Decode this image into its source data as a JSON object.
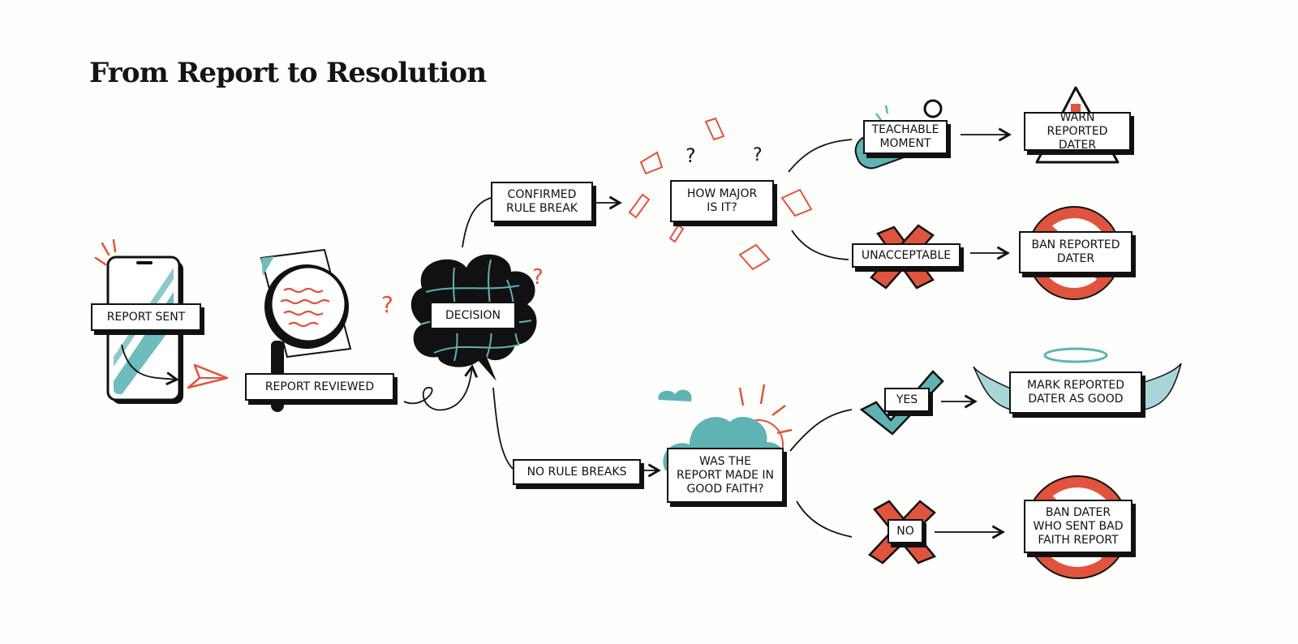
{
  "title": "From Report to Resolution",
  "colors": {
    "ink": "#111111",
    "teal": "#5fb3b3",
    "red": "#e0533d",
    "paper": "#ffffff"
  },
  "icons": [
    "phone-icon",
    "paper-plane-icon",
    "magnifier-document-icon",
    "brain-cloud-icon",
    "warning-triangle-icon",
    "ban-circle-icon",
    "wings-halo-icon",
    "check-mark-icon",
    "x-mark-icon",
    "cloud-sun-icon",
    "band-aid-icon"
  ],
  "nodes": {
    "report_sent": "REPORT SENT",
    "report_reviewed": "REPORT REVIEWED",
    "decision": "DECISION",
    "confirmed_rule_break": "CONFIRMED\nRULE BREAK",
    "no_rule_breaks": "NO RULE BREAKS",
    "how_major": "HOW MAJOR\nIS IT?",
    "good_faith": "WAS THE\nREPORT MADE IN\nGOOD FAITH?",
    "teachable_moment": "TEACHABLE\nMOMENT",
    "unacceptable": "UNACCEPTABLE",
    "yes": "YES",
    "no": "NO",
    "warn": "WARN REPORTED\nDATER",
    "ban": "BAN REPORTED\nDATER",
    "mark_good": "MARK REPORTED\nDATER AS GOOD",
    "ban_bad_faith": "BAN DATER\nWHO SENT BAD\nFAITH REPORT"
  }
}
